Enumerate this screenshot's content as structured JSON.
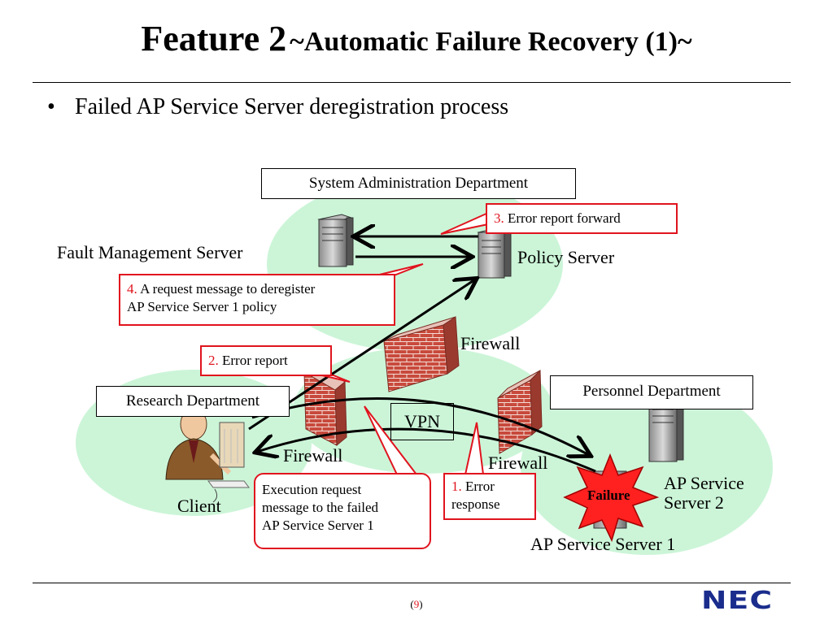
{
  "title": {
    "main": "Feature 2",
    "sub": "~Automatic Failure Recovery (1)~"
  },
  "bullet": {
    "marker": "•",
    "text": "Failed AP Service Server deregistration process"
  },
  "labels": {
    "system_admin_dept": "System Administration Department",
    "fault_mgmt_server": "Fault Management Server",
    "policy_server": "Policy Server",
    "firewall_top": "Firewall",
    "firewall_left": "Firewall",
    "firewall_right": "Firewall",
    "research_dept": "Research Department",
    "personnel_dept": "Personnel Department",
    "vpn": "VPN",
    "client": "Client",
    "ap_server_2_line1": "AP Service",
    "ap_server_2_line2": "Server 2",
    "ap_server_1": "AP Service Server 1",
    "failure": "Failure"
  },
  "callouts": {
    "step3": {
      "num": "3.",
      "text": "Error report forward"
    },
    "step4": {
      "num": "4.",
      "line1": "A request message to deregister",
      "line2": "AP Service Server 1 policy"
    },
    "step2": {
      "num": "2.",
      "text": "Error report"
    },
    "step1": {
      "num": "1.",
      "line1": "Error",
      "line2": "response"
    },
    "execution": {
      "line1": "Execution request",
      "line2": "message to the failed",
      "line3": "AP Service Server 1"
    }
  },
  "footer": {
    "page_open": "(",
    "page_number": "9",
    "page_close": ")",
    "logo": "NEC"
  },
  "colors": {
    "zone": "#ccf5d8",
    "callout_border": "#e0141e",
    "brick": "#c84a3c",
    "nec_blue": "#1a2c8c"
  }
}
